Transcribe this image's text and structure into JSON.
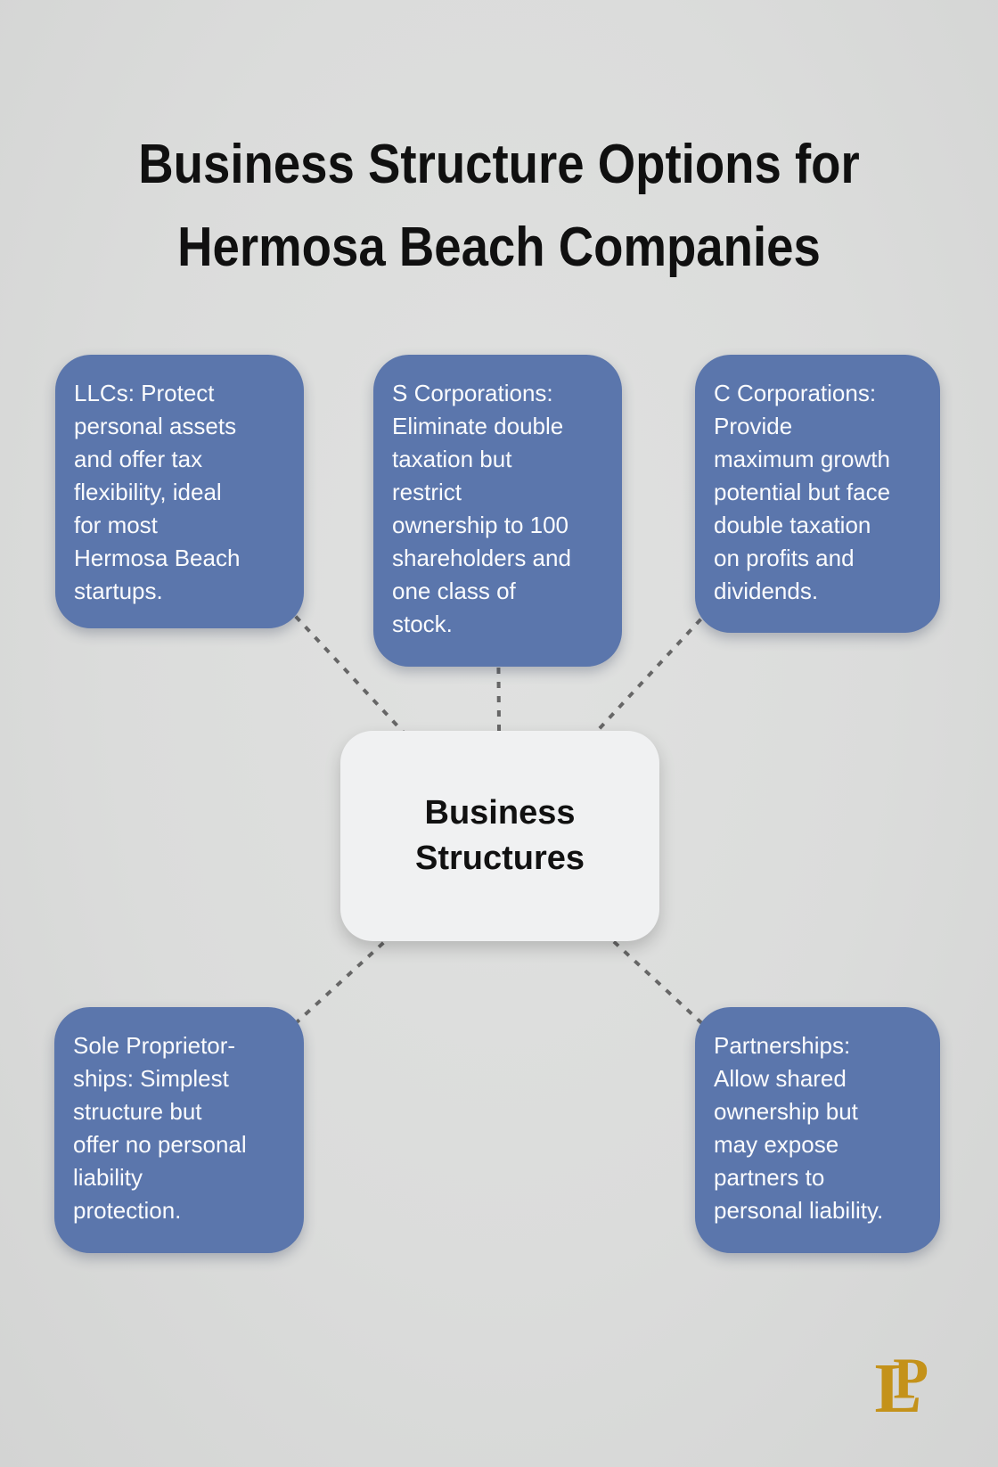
{
  "page": {
    "title": "Business Structure Options for\nHermosa Beach Companies",
    "background_color": "#dbdcdb"
  },
  "center_node": {
    "label": "Business\nStructures"
  },
  "nodes": [
    {
      "id": "llc",
      "position": "top-left",
      "text": "LLCs: Protect\npersonal assets\nand offer tax\nflexibility, ideal\nfor most\nHermosa Beach\nstartups."
    },
    {
      "id": "s-corporations",
      "position": "top-center",
      "text": "S Corporations:\nEliminate double\ntaxation but\nrestrict\nownership to 100\nshareholders and\none class of\nstock."
    },
    {
      "id": "c-corporations",
      "position": "top-right",
      "text": "C Corporations:\nProvide\nmaximum growth\npotential but face\ndouble taxation\non profits and\ndividends."
    },
    {
      "id": "sole-proprietorships",
      "position": "bottom-left",
      "text": "Sole Proprietor-\nships: Simplest\nstructure but\noffer no personal\nliability\nprotection."
    },
    {
      "id": "partnerships",
      "position": "bottom-right",
      "text": "Partnerships:\nAllow shared\nownership but\nmay expose\npartners to\npersonal liability."
    }
  ],
  "logo": {
    "letter_l": "L",
    "letter_p": "P",
    "color": "#c4921a"
  },
  "colors": {
    "card_background": "#5b76ac",
    "card_text": "#fafbfd",
    "center_background": "#f0f1f2",
    "connector": "#666666",
    "title_text": "#101010"
  }
}
